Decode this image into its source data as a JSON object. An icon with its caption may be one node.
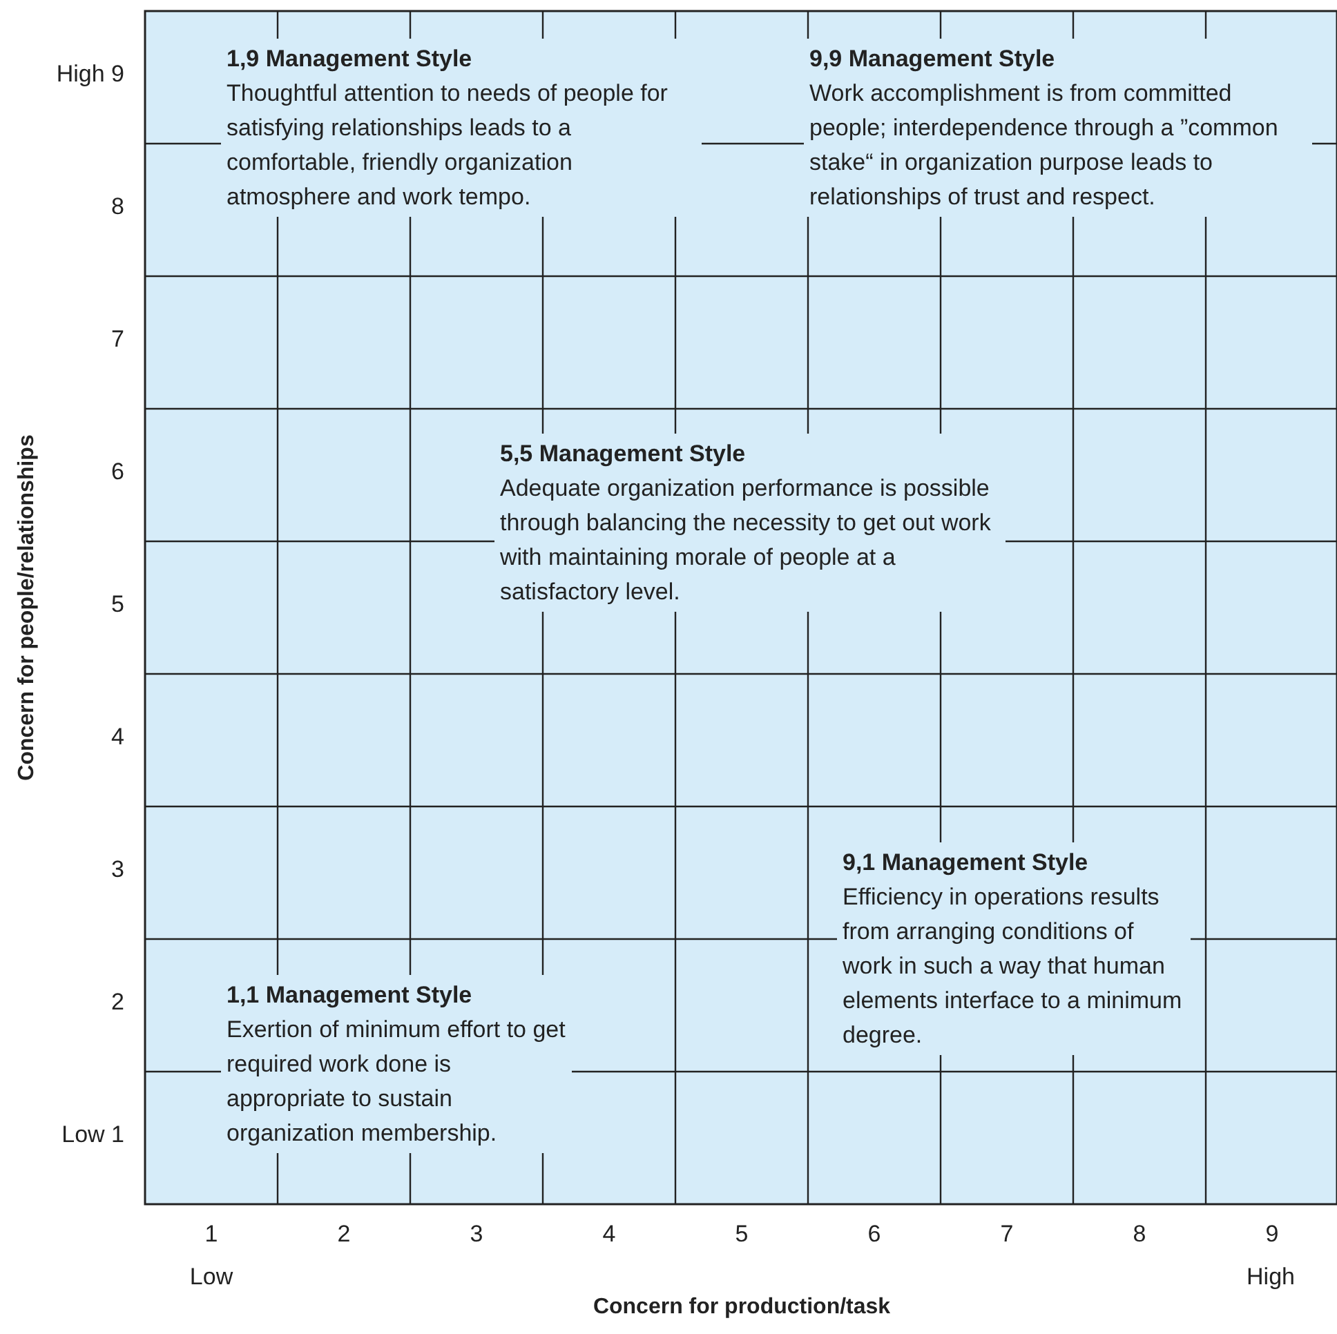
{
  "diagram": {
    "nodes": [
      {
        "text": [
          "1,9 Management Style",
          "Thoughtful attention to needs of people for satisfying relationships leads to a comfortable, friendly organization atmosphere and work tempo."
        ]
      },
      {
        "text": [
          "9,9 Management Style",
          "Work accomplishment is from committed people; interdependence through a ”common stake“ in organization purpose leads to relationships of trust and respect."
        ]
      },
      {
        "text": [
          "5,5 Management Style",
          "Adequate organization performance is possible through balancing the necessity to get out work with maintaining morale of people at a satisfactory level."
        ]
      },
      {
        "text": [
          "1,1 Management Style",
          "Exertion of minimum effort to get required work done is appropriate to sustain organization membership."
        ]
      },
      {
        "text": [
          "9,1 Management Style",
          "Efficiency in operations results from arranging conditions of work in such a way that human elements interface to a minimum degree."
        ]
      }
    ],
    "labels": [
      "High 9",
      "8",
      "7",
      "6",
      "5",
      "4",
      "3",
      "2",
      "Low 1",
      "Concern for people/relationships",
      "1",
      "2",
      "3",
      "4",
      "5",
      "6",
      "7",
      "8",
      "9",
      "Low",
      "High",
      "Concern for production/task"
    ]
  }
}
